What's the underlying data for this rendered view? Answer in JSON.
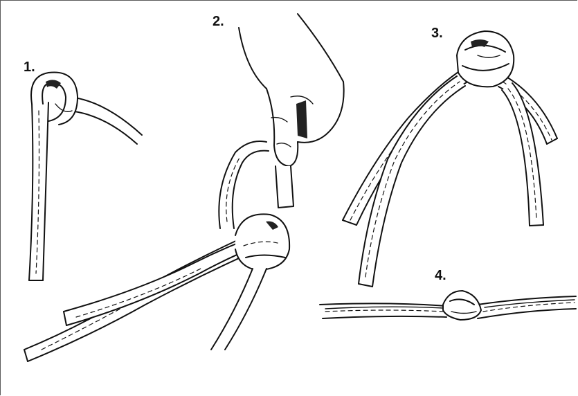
{
  "illustration": {
    "steps": [
      {
        "label": "1."
      },
      {
        "label": "2."
      },
      {
        "label": "3."
      },
      {
        "label": "4."
      }
    ]
  }
}
